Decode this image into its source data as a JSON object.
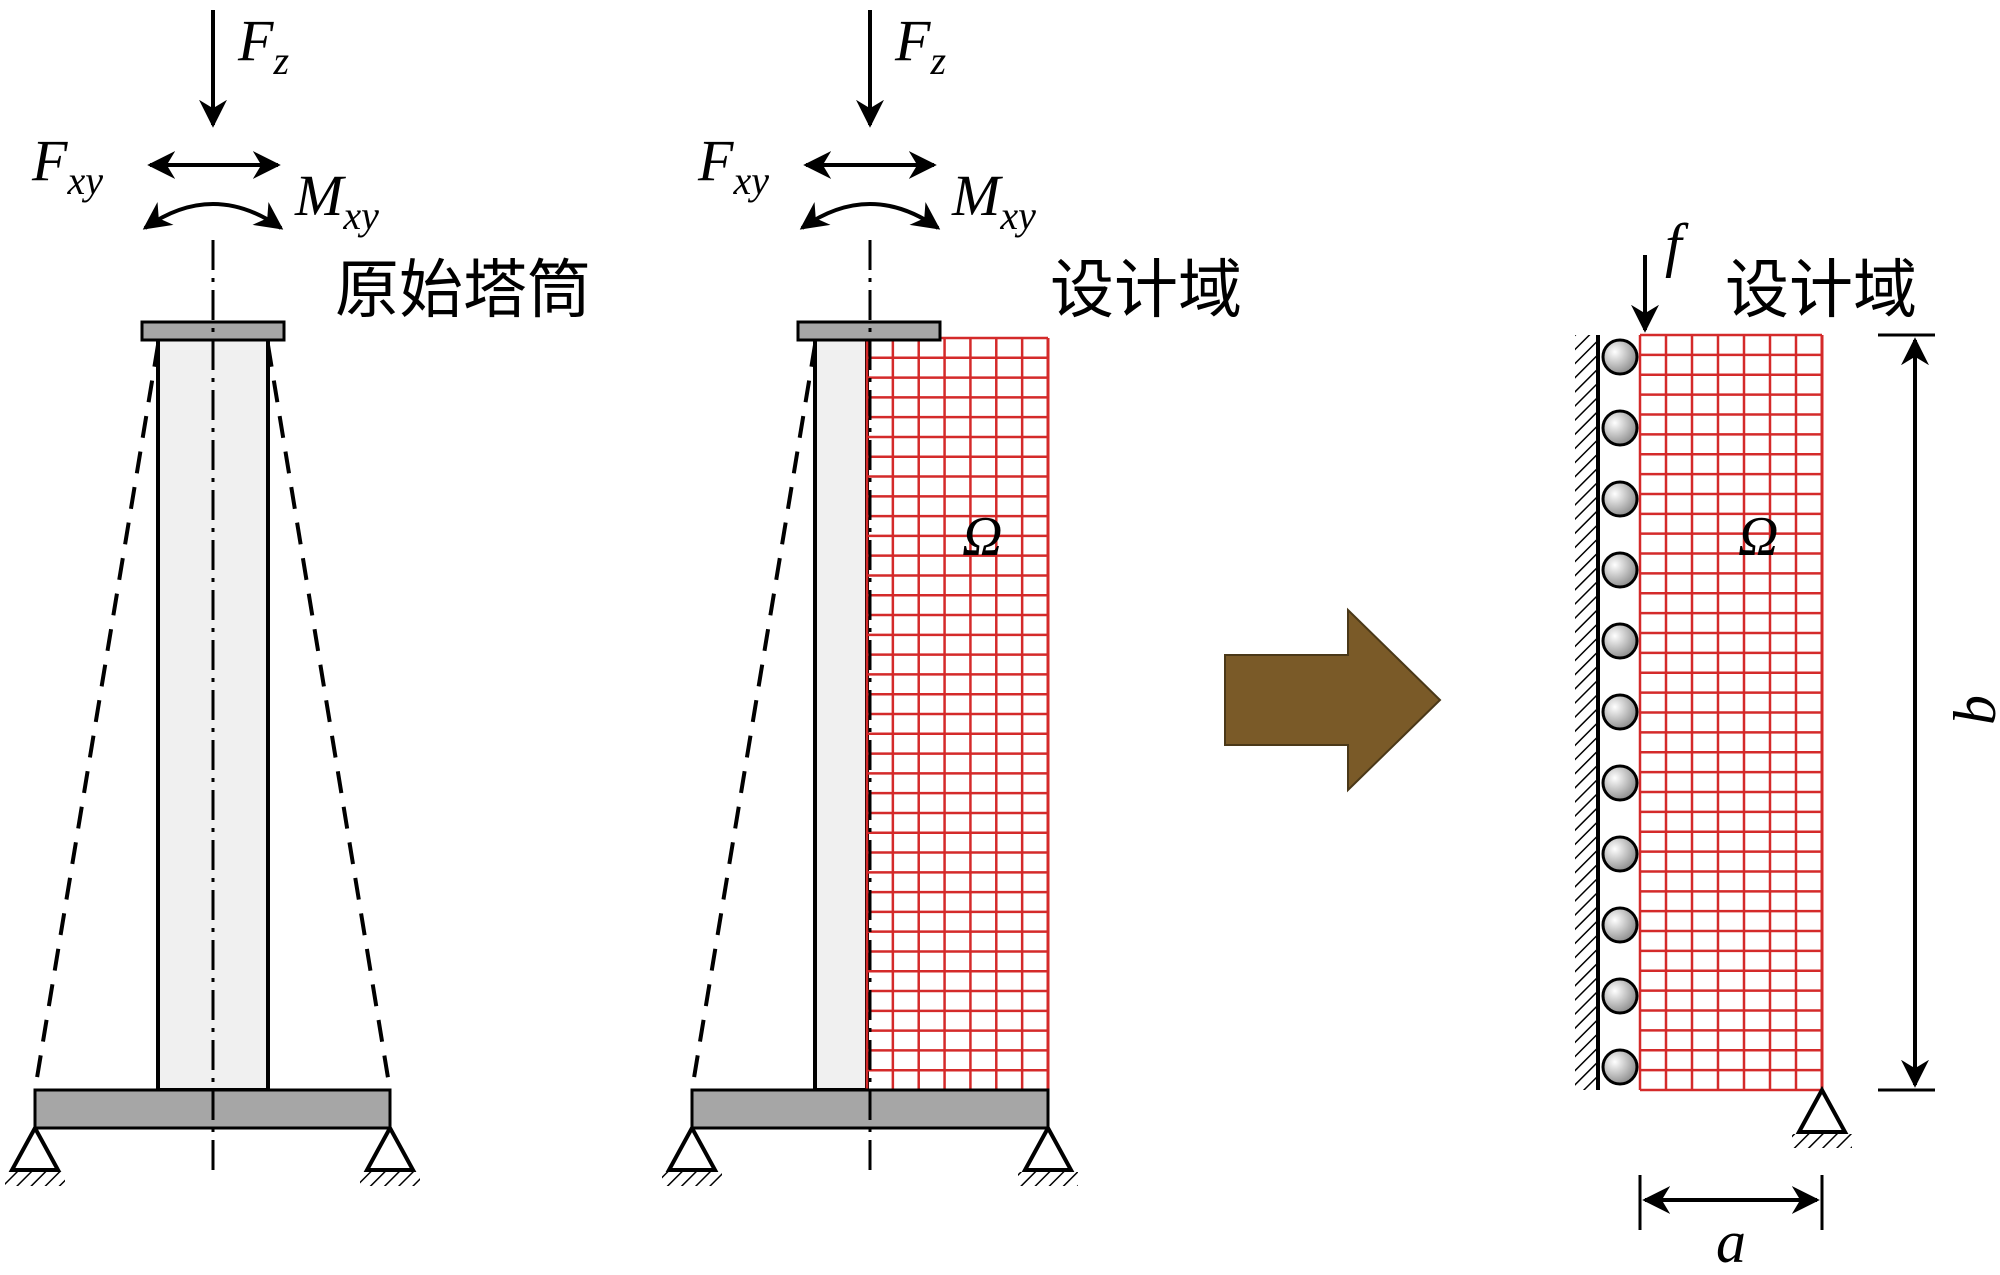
{
  "panels": {
    "original": {
      "title": "原始塔筒",
      "load_vertical": {
        "main": "F",
        "sub": "z"
      },
      "load_horizontal": {
        "main": "F",
        "sub": "xy"
      },
      "moment": {
        "main": "M",
        "sub": "xy"
      }
    },
    "design": {
      "title": "设计域",
      "load_vertical": {
        "main": "F",
        "sub": "z"
      },
      "load_horizontal": {
        "main": "F",
        "sub": "xy"
      },
      "moment": {
        "main": "M",
        "sub": "xy"
      },
      "domain_symbol": "Ω"
    },
    "simplified": {
      "title": "设计域",
      "load": "f",
      "domain_symbol": "Ω",
      "width_label": "a",
      "height_label": "b"
    }
  },
  "colors": {
    "mesh": "#d42a2a",
    "arrow": "#7a5a28",
    "tower_fill": "#f0f0f0",
    "plate_fill": "#a6a6a6",
    "roller_fill": "#9a9a9a"
  },
  "icons": {
    "transform_arrow": "right-block-arrow",
    "pin_support": "triangle-pin-support",
    "roller_support": "circle-roller-support"
  }
}
